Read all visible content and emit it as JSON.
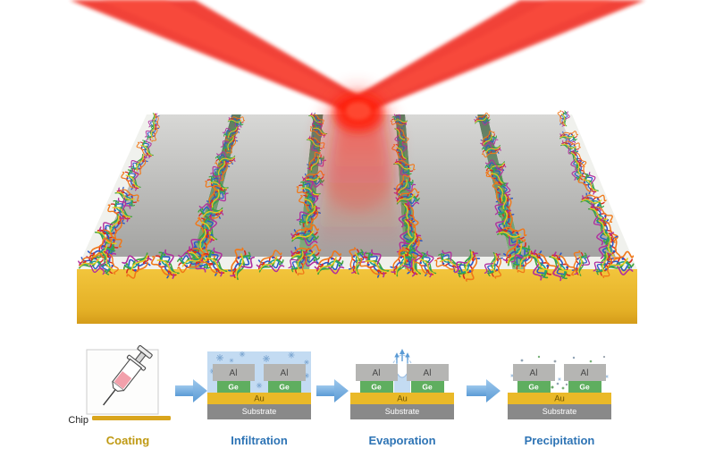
{
  "stages": {
    "coating": {
      "label": "Coating",
      "chip_label": "Chip"
    },
    "infiltration": {
      "label": "Infiltration",
      "al": "Al",
      "ge": "Ge",
      "au": "Au",
      "substrate": "Substrate"
    },
    "evaporation": {
      "label": "Evaporation",
      "al": "Al",
      "ge": "Ge",
      "au": "Au",
      "substrate": "Substrate"
    },
    "precipitation": {
      "label": "Precipitation",
      "al": "Al",
      "ge": "Ge",
      "au": "Au",
      "substrate": "Substrate"
    }
  },
  "colors": {
    "laser_red": "#f02518",
    "gold": "#e9ba2e",
    "aluminum_gray": "#b5b5b3",
    "germanium_green": "#5fae5f",
    "substrate_gray": "#898989",
    "liquid_blue": "#c3dbf2",
    "arrow_blue": "#6fa8dc",
    "stage_label_blue": "#2e74b5",
    "coating_label_gold": "#bf9912"
  }
}
